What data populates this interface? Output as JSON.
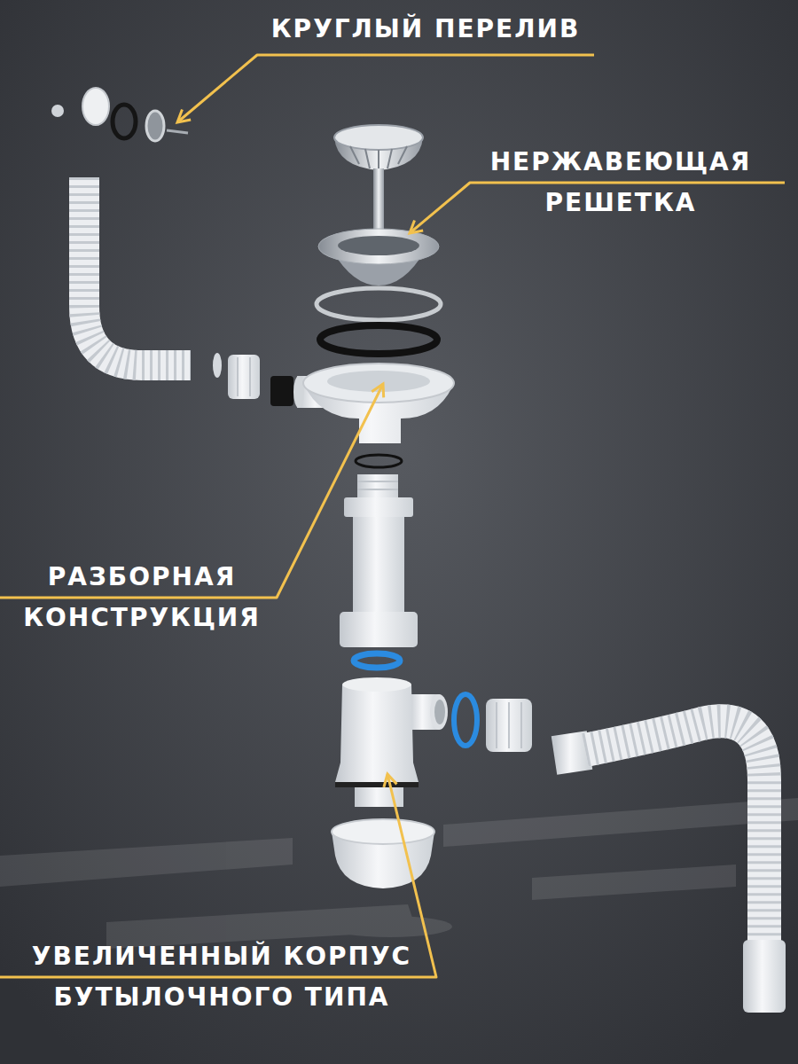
{
  "diagram": {
    "labels": [
      "КРУГЛЫЙ ПЕРЕЛИВ",
      "НЕРЖАВЕЮЩАЯ РЕШЕТКА",
      "РАЗБОРНАЯ КОНСТРУКЦИЯ",
      "УВЕЛИЧЕННЫЙ КОРПУС БУТЫЛОЧНОГО ТИПА"
    ]
  }
}
